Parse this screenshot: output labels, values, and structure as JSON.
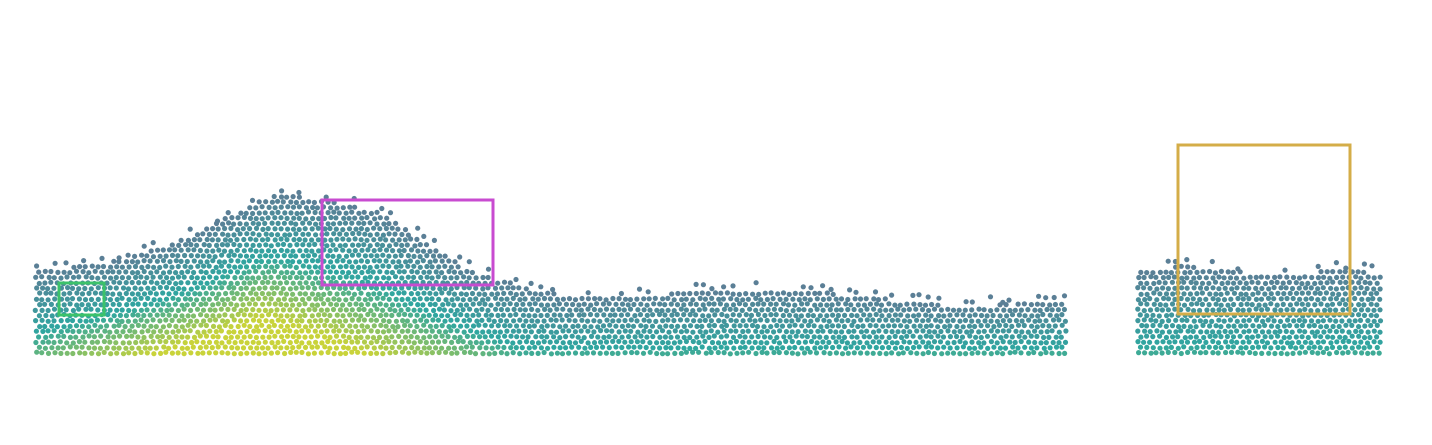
{
  "scene": {
    "background": "#ffffff",
    "particle_colors": {
      "low": "#5b7f96",
      "mid": "#2fa6a0",
      "high": "#c9d33a"
    },
    "boxes": [
      {
        "name": "green-box",
        "color": "#3cc26a"
      },
      {
        "name": "magenta-box",
        "color": "#c84bd0"
      },
      {
        "name": "gold-box",
        "color": "#d4ad48"
      }
    ]
  }
}
